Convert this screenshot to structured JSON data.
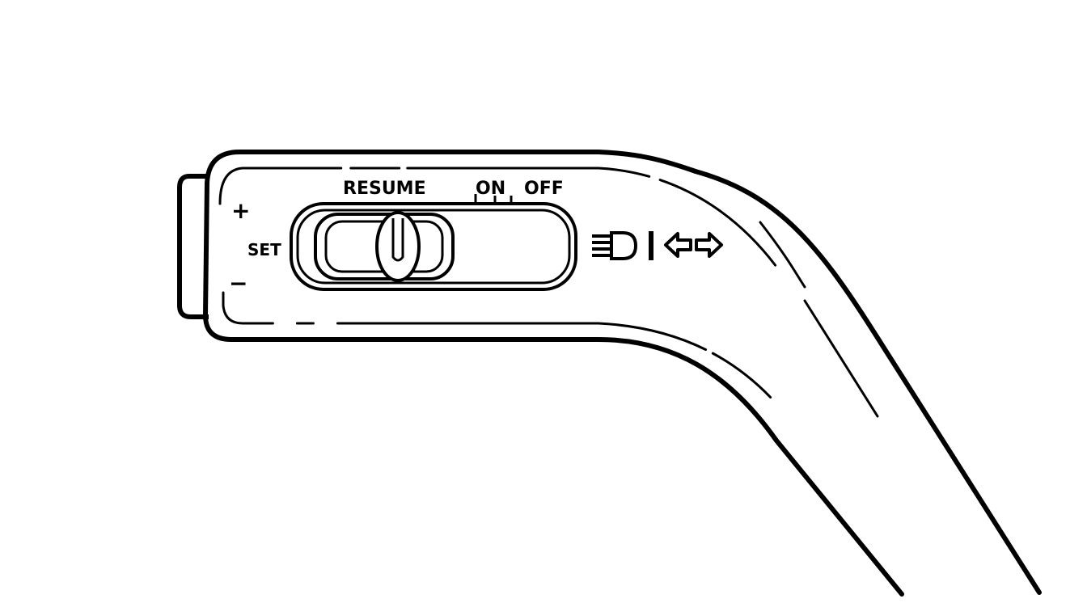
{
  "diagram": {
    "labels": {
      "plus": "+",
      "set": "SET",
      "minus": "−",
      "resume": "RESUME",
      "on": "ON",
      "off": "OFF"
    },
    "icons": {
      "headlight": "headlight-flash-icon",
      "separator": "divider-bar",
      "turn_left": "turn-signal-left-icon",
      "turn_right": "turn-signal-right-icon"
    },
    "colors": {
      "stroke": "#000000",
      "background": "#ffffff"
    }
  }
}
